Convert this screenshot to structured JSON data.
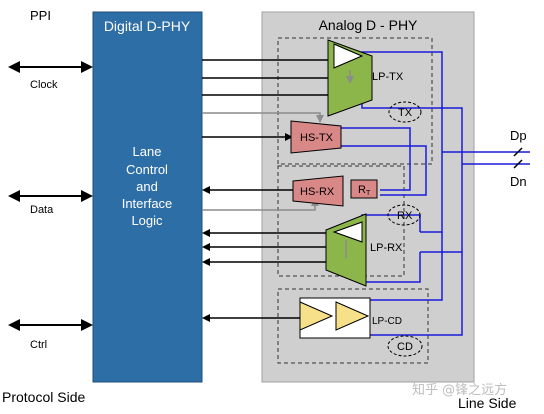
{
  "labels": {
    "ppi": "PPI",
    "clock": "Clock",
    "data": "Data",
    "ctrl": "Ctrl",
    "protocol_side": "Protocol Side",
    "line_side": "Line Side",
    "digital_title": "Digital D-PHY",
    "digital_body": [
      "Lane",
      "Control",
      "and",
      "Interface",
      "Logic"
    ],
    "analog_title": "Analog D - PHY",
    "lp_tx": "LP-TX",
    "tx": "TX",
    "hs_tx": "HS-TX",
    "hs_rx": "HS-RX",
    "rt": "R",
    "rt_sub": "T",
    "rx": "RX",
    "lp_rx": "LP-RX",
    "lp_cd": "LP-CD",
    "cd": "CD",
    "dp": "Dp",
    "dn": "Dn",
    "watermark": "知乎 @锋之远方"
  },
  "colors": {
    "digital_block": "#2e6ea6",
    "analog_block": "#cfcfcf",
    "lp_green": "#8db64a",
    "hs_pink": "#d98888",
    "cd_yellow": "#f7e08a",
    "wire_blue": "#1a1adc",
    "wire_black": "#000000",
    "wire_gray": "#8c8c8c"
  }
}
